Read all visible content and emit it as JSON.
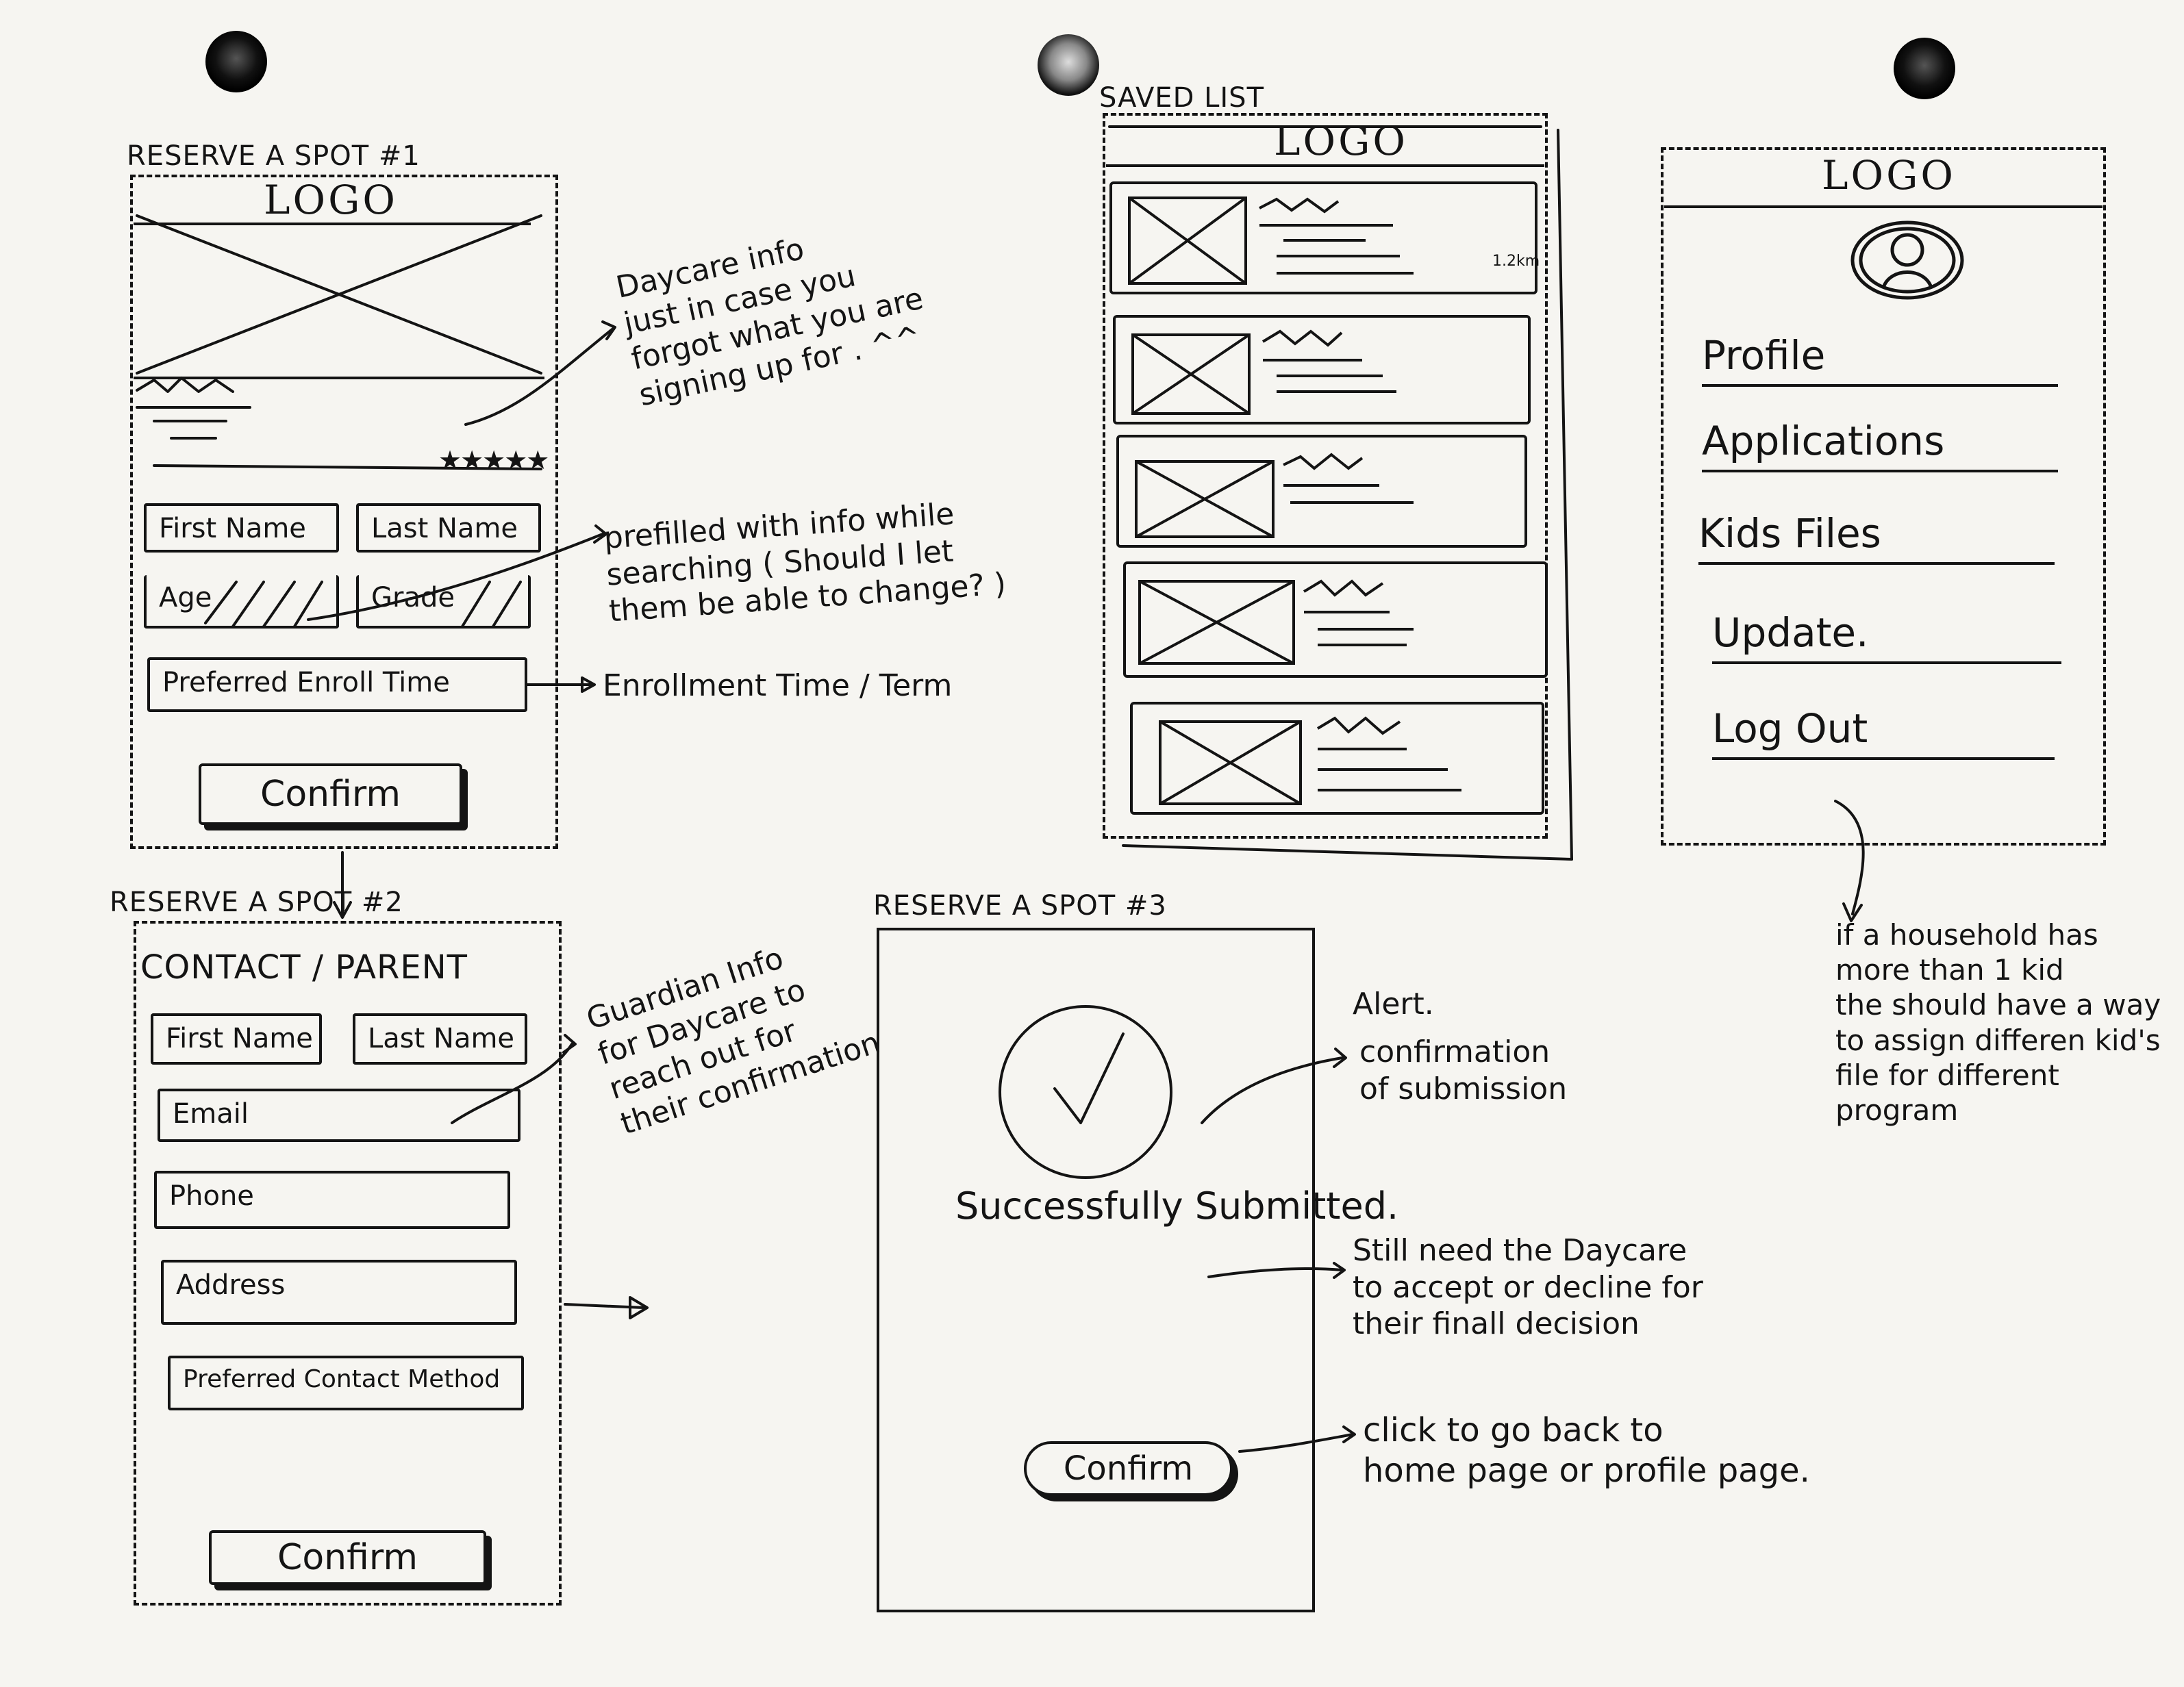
{
  "screens": {
    "reserve1": {
      "title": "RESERVE A SPOT #1",
      "logo": "LOGO",
      "first_name": "First Name",
      "last_name": "Last Name",
      "age": "Age",
      "grade": "Grade",
      "enroll_time": "Preferred Enroll Time",
      "confirm": "Confirm"
    },
    "reserve2": {
      "title": "RESERVE A SPOT #2",
      "heading": "CONTACT / PARENT",
      "first_name": "First Name",
      "last_name": "Last Name",
      "email": "Email",
      "phone": "Phone",
      "address": "Address",
      "contact_method": "Preferred Contact Method",
      "confirm": "Confirm"
    },
    "reserve3": {
      "title": "RESERVE A SPOT #3",
      "message": "Successfully Submitted.",
      "confirm": "Confirm"
    },
    "saved_list": {
      "title": "SAVED LIST",
      "logo": "LOGO",
      "distance": "1.2km"
    },
    "profile_menu": {
      "logo": "LOGO",
      "items": [
        "Profile",
        "Applications",
        "Kids Files",
        "Update.",
        "Log Out"
      ]
    }
  },
  "annotations": {
    "daycare_info": "Daycare info\njust in case you\nforgot what you are\nsigning up for . ^^",
    "prefilled": "prefilled with info while\nsearching ( Should I let\nthem be able to change? )",
    "enrollment": "Enrollment Time / Term",
    "guardian": "Guardian Info\nfor Daycare to\nreach out for\ntheir confirmation",
    "alert": "Alert.",
    "confirmation": "confirmation\nof submission",
    "still_need": "Still need the Daycare\nto accept or decline for\ntheir finall decision",
    "click_back": "click to go back to\nhome page or profile page.",
    "household": "if a household has\nmore than 1 kid\n the should have a way\nto assign differen kid's\nfile for different program"
  },
  "rating_glyph": "★★★★★"
}
